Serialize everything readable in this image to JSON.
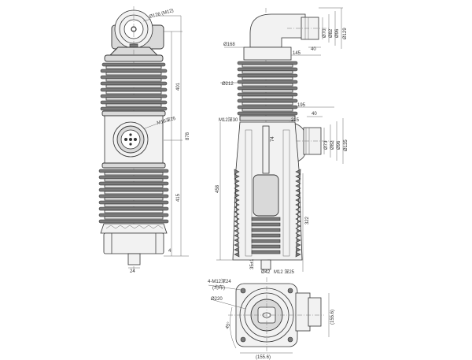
{
  "drawing": {
    "title": "",
    "views": {
      "front": {
        "labels": {
          "top_bushing": "Ø126 (M12)",
          "mid_bushing": "M16深25",
          "dim_upper": "401",
          "dim_lower": "415",
          "dim_total": "878",
          "dim_base_step": "4",
          "dim_stem": "24"
        }
      },
      "side": {
        "labels": {
          "dia_168": "Ø168",
          "dia_212": "Ø212",
          "dim_145": "145",
          "dim_40_top": "40",
          "top_d1": "Ø70",
          "top_d2": "Ø82",
          "top_d3": "Ø96",
          "top_d4": "Ø129",
          "dim_195": "195",
          "dim_40_mid": "40",
          "dim_215": "215",
          "mid_d1": "Ø73",
          "mid_d2": "Ø82",
          "mid_d3": "Ø96",
          "mid_d4": "Ø135",
          "thread_top": "M12深30",
          "dim_74": "74",
          "dim_458": "458",
          "dim_322": "322",
          "dim_35": "35±1",
          "stem_d": "Ø42",
          "stem_thread": "M12 深25"
        }
      },
      "bottom": {
        "labels": {
          "bolt": "4-M12深24",
          "bolt_sub": "(均布)",
          "dia_220": "Ø220",
          "dim_45": "45°",
          "dim_width": "(155.6)",
          "dim_height": "(155.6)"
        }
      }
    }
  }
}
